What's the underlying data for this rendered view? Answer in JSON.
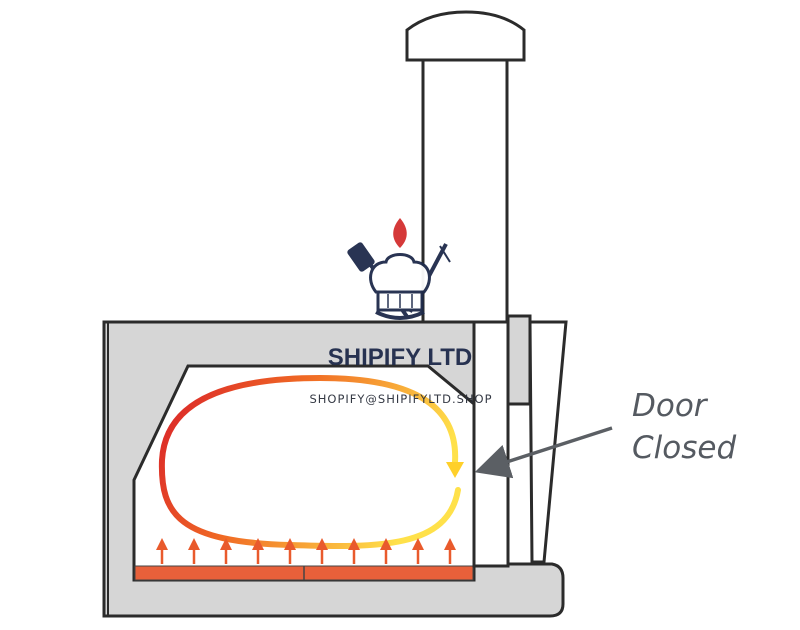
{
  "watermark": {
    "brand": "SHIPIFY LTD",
    "email": "SHOPIFY@SHIPIFYLTD.SHOP",
    "icon": "chef-hat-flame-icon"
  },
  "callout": {
    "line1": "Door",
    "line2": "Closed",
    "arrow_color": "#5b5f64"
  },
  "colors": {
    "oven_body": "#d6d6d6",
    "outline": "#2b2b2b",
    "heat_start": "#d81e2a",
    "heat_end": "#ffe14a",
    "floor": "#e8603a",
    "rising_heat": "#e95a2c"
  }
}
